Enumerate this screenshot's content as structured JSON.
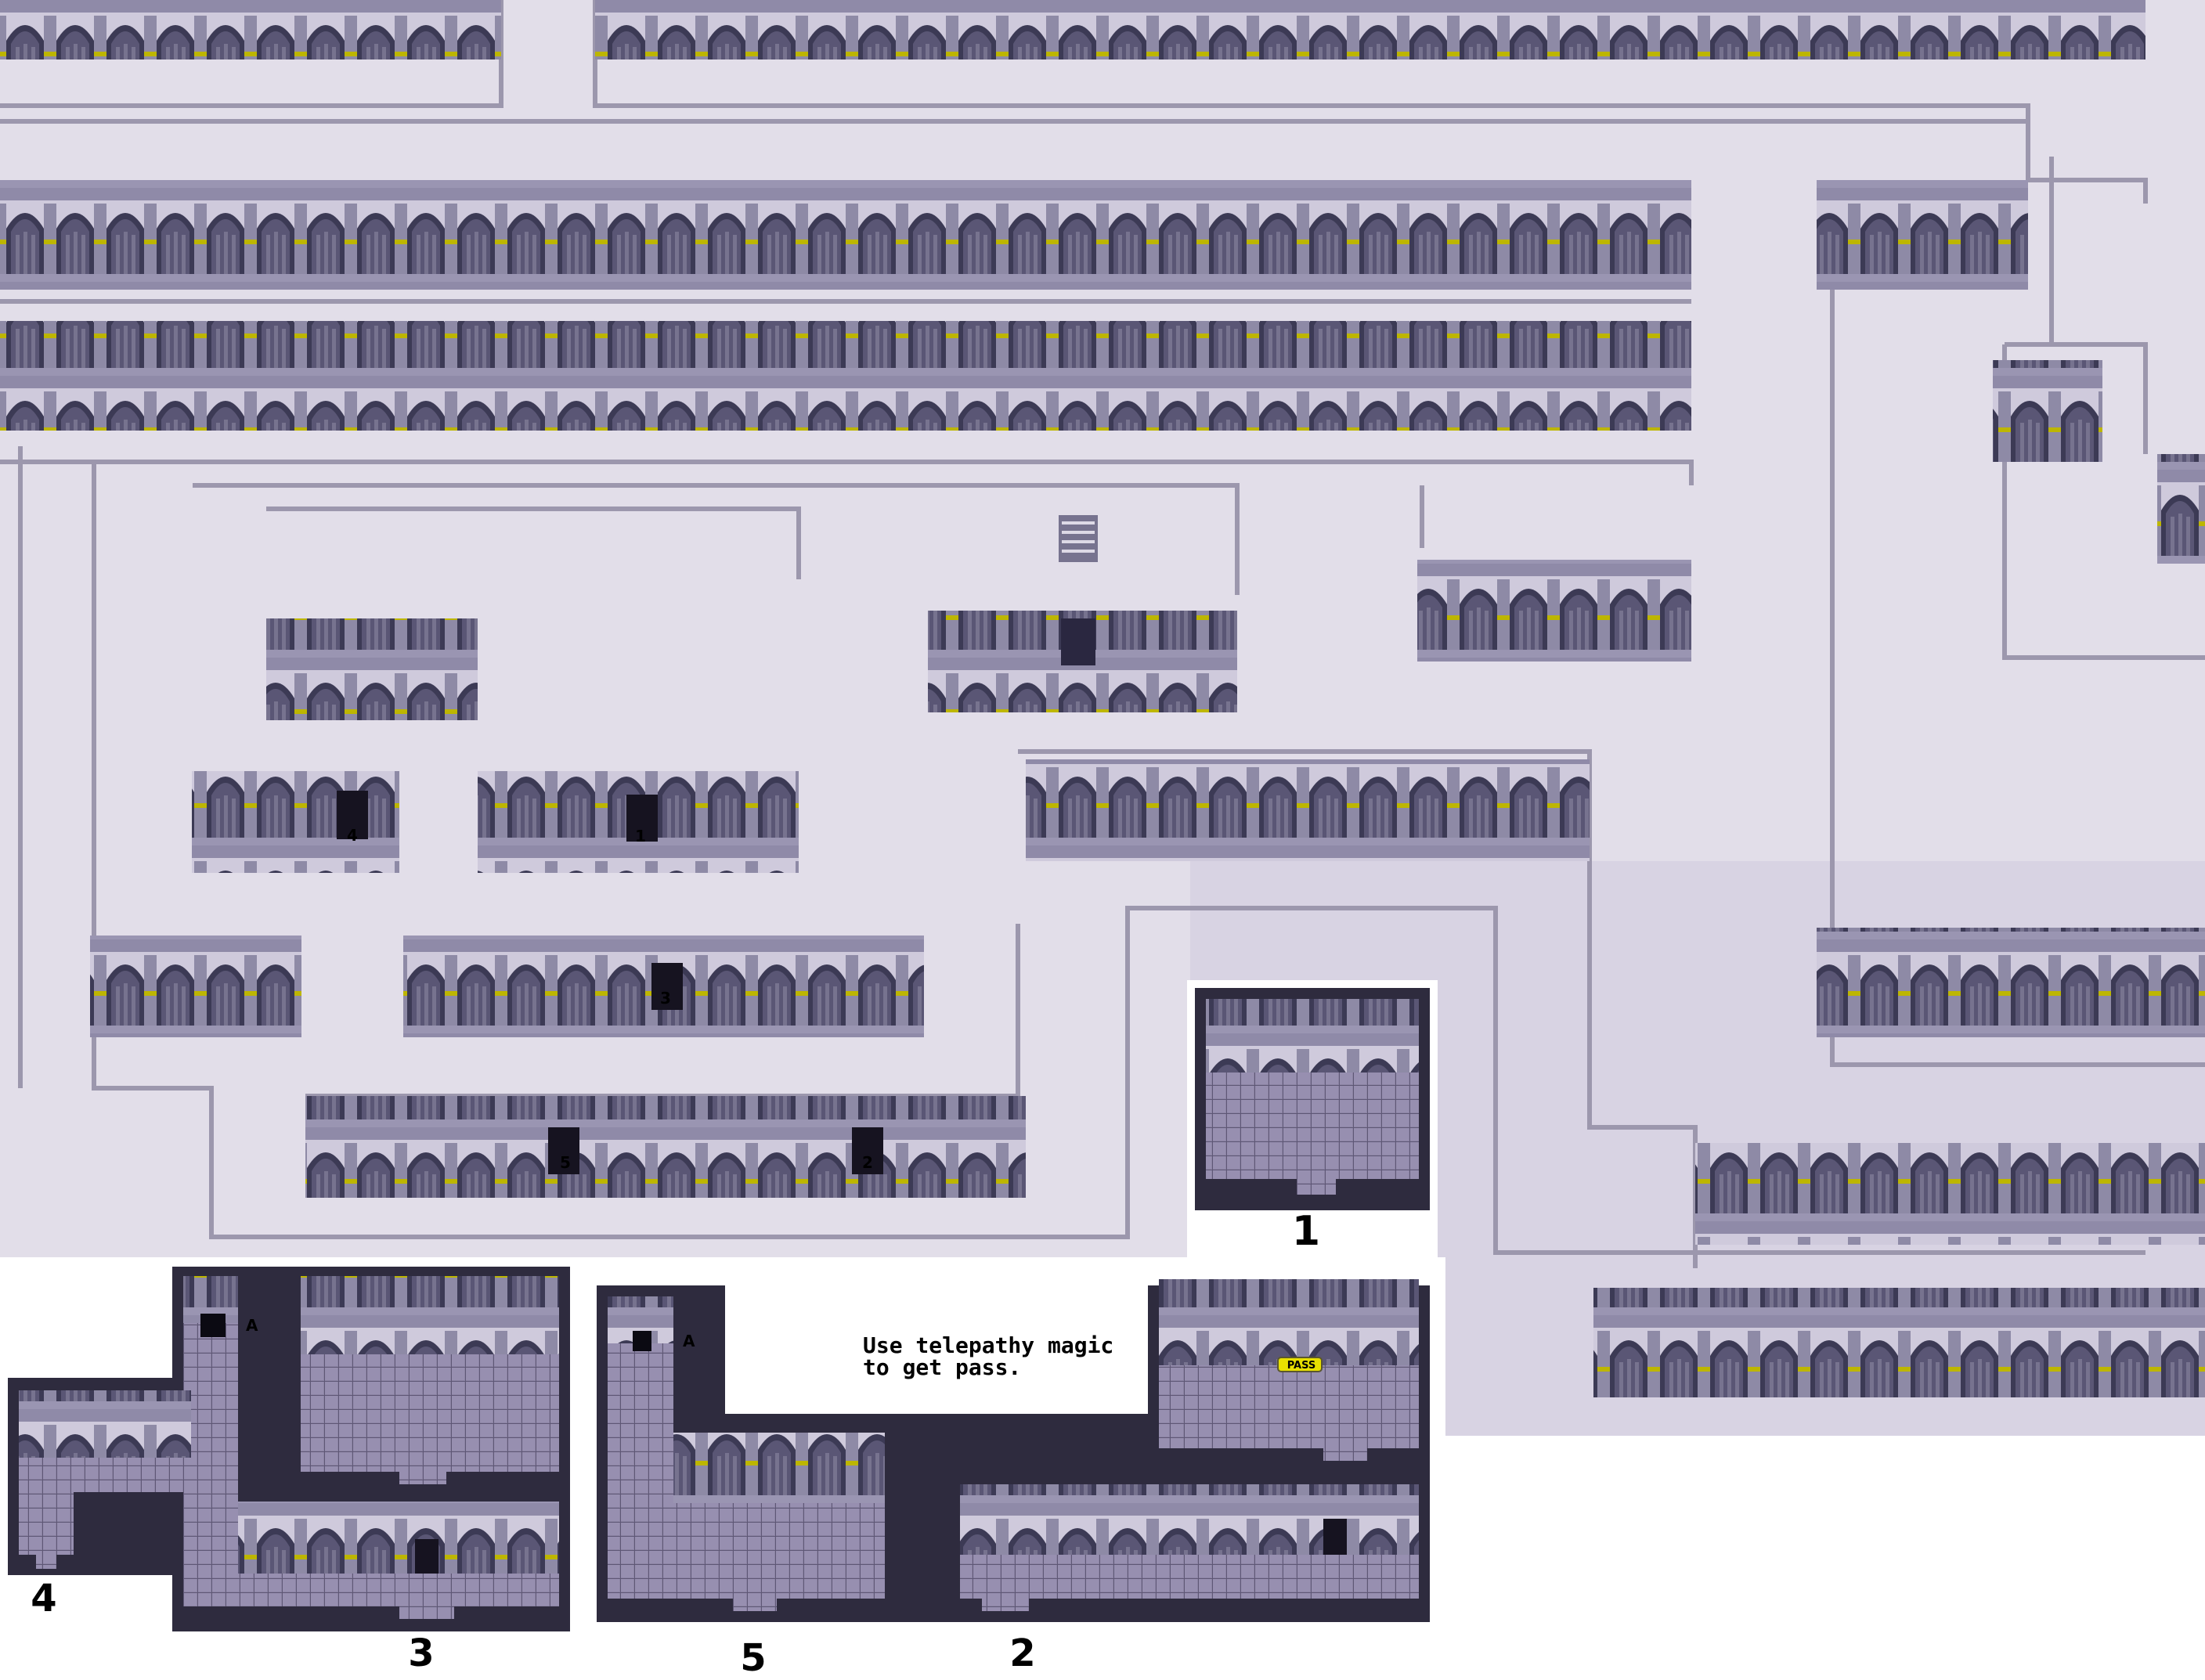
{
  "map": {
    "door_labels": [
      "1",
      "2",
      "3",
      "4",
      "5"
    ],
    "inset_labels": {
      "r1": "1",
      "r2": "2",
      "r3": "3",
      "r4": "4",
      "r5": "5"
    },
    "stairs_marker": "A",
    "note_line1": "Use telepathy magic",
    "note_line2": "to get pass.",
    "item_label": "PASS"
  },
  "colors": {
    "background": "#ffffff",
    "floor": "#e2dee9",
    "floor_shade": "#cfc9db",
    "railing": "#9c97ad",
    "rail_post": "#bdb600",
    "arch_dark": "#3c3a55",
    "arch_mid": "#77738f",
    "column": "#8e8aa6",
    "dungeon_bg": "#2e2b3e",
    "tile": "#8c84a4",
    "tile_line": "#5e5775",
    "door": "#161320"
  }
}
